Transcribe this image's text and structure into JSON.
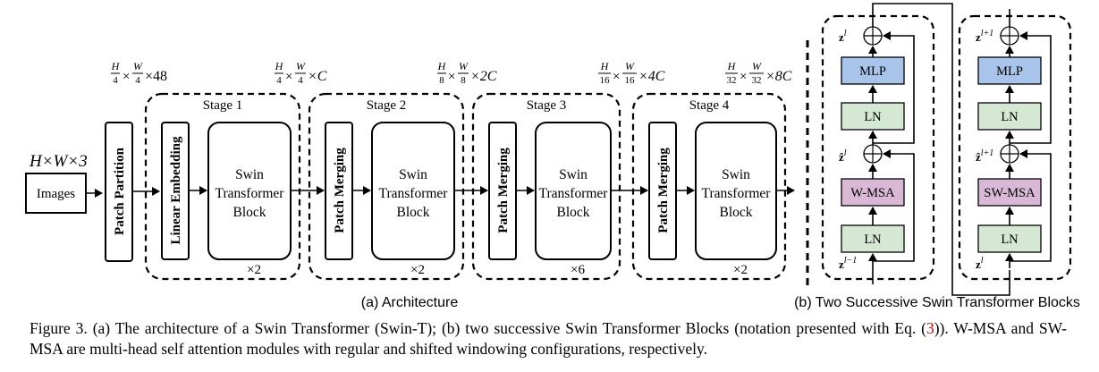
{
  "diagram": {
    "input_dims": "H×W×3",
    "input_label": "Images",
    "patch_partition": "Patch Partition",
    "linear_embedding": "Linear Embedding",
    "patch_merging": "Patch Merging",
    "swin_block_lines": [
      "Swin",
      "Transformer",
      "Block"
    ],
    "stages": [
      {
        "label": "Stage 1",
        "repeat": "×2",
        "dims": {
          "h": "H",
          "hd": "4",
          "w": "W",
          "wd": "4",
          "c": "×48"
        },
        "dims2": {
          "h": "H",
          "hd": "4",
          "w": "W",
          "wd": "4",
          "c": "×C"
        }
      },
      {
        "label": "Stage 2",
        "repeat": "×2",
        "dims": {
          "h": "H",
          "hd": "8",
          "w": "W",
          "wd": "8",
          "c": "×2C"
        }
      },
      {
        "label": "Stage 3",
        "repeat": "×6",
        "dims": {
          "h": "H",
          "hd": "16",
          "w": "W",
          "wd": "16",
          "c": "×4C"
        }
      },
      {
        "label": "Stage 4",
        "repeat": "×2",
        "dims": {
          "h": "H",
          "hd": "32",
          "w": "W",
          "wd": "32",
          "c": "×8C"
        }
      }
    ],
    "caption_a": "(a) Architecture",
    "caption_b": "(b) Two Successive Swin Transformer Blocks",
    "block_left": {
      "mlp": "MLP",
      "ln_top": "LN",
      "attn": "W-MSA",
      "ln_bottom": "LN",
      "z_out": "z",
      "z_out_sup": "l",
      "z_mid": "ẑ",
      "z_mid_sup": "l",
      "z_in": "z",
      "z_in_sup": "l−1"
    },
    "block_right": {
      "mlp": "MLP",
      "ln_top": "LN",
      "attn": "SW-MSA",
      "ln_bottom": "LN",
      "z_out": "z",
      "z_out_sup": "l+1",
      "z_mid": "ẑ",
      "z_mid_sup": "l+1",
      "z_in": "z",
      "z_in_sup": "l"
    },
    "colors": {
      "mlp": "#a9c4eb",
      "ln": "#d5e8d4",
      "attn": "#d9b8d6"
    }
  },
  "figure_caption": {
    "part1": "Figure 3. (a) The architecture of a Swin Transformer (Swin-T); (b) two successive Swin Transformer Blocks (notation presented with Eq. (",
    "ref": "3",
    "part2": ")). W-MSA and SW-MSA are multi-head self attention modules with regular and shifted windowing configurations, respectively."
  }
}
